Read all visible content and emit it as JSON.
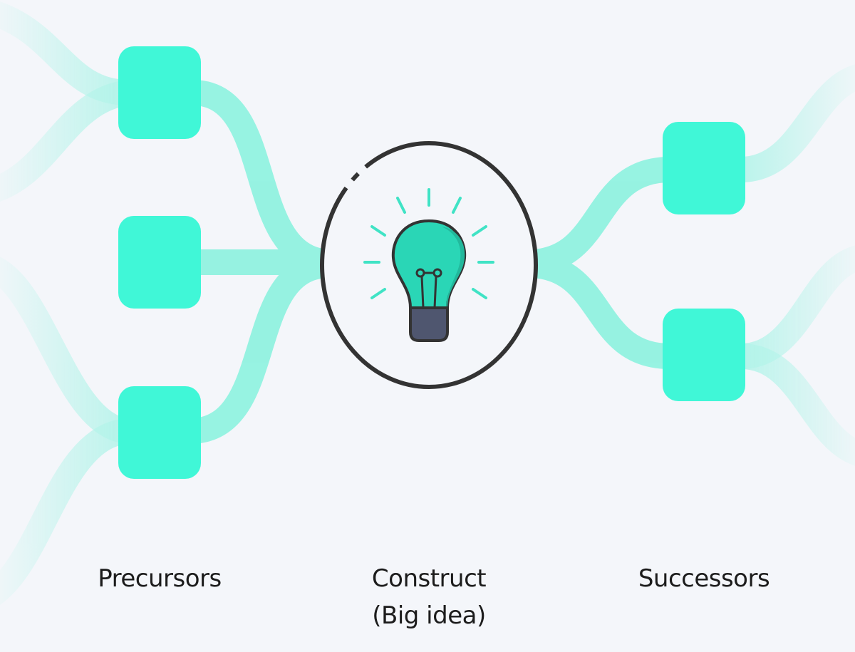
{
  "colors": {
    "background": "#f4f6fa",
    "node": "#40f7d7",
    "flow": "#7ff2dc",
    "flow_fade": "#bdf7ec",
    "outline": "#333333",
    "bulb_glass": "#2ad6b6",
    "bulb_glass_shadow": "#22b89c",
    "bulb_base": "#4f566f",
    "text": "#1c1c1c"
  },
  "icons": {
    "center": "lightbulb-icon"
  },
  "labels": {
    "precursors": "Precursors",
    "construct_line1": "Construct",
    "construct_line2": "(Big idea)",
    "successors": "Successors"
  }
}
